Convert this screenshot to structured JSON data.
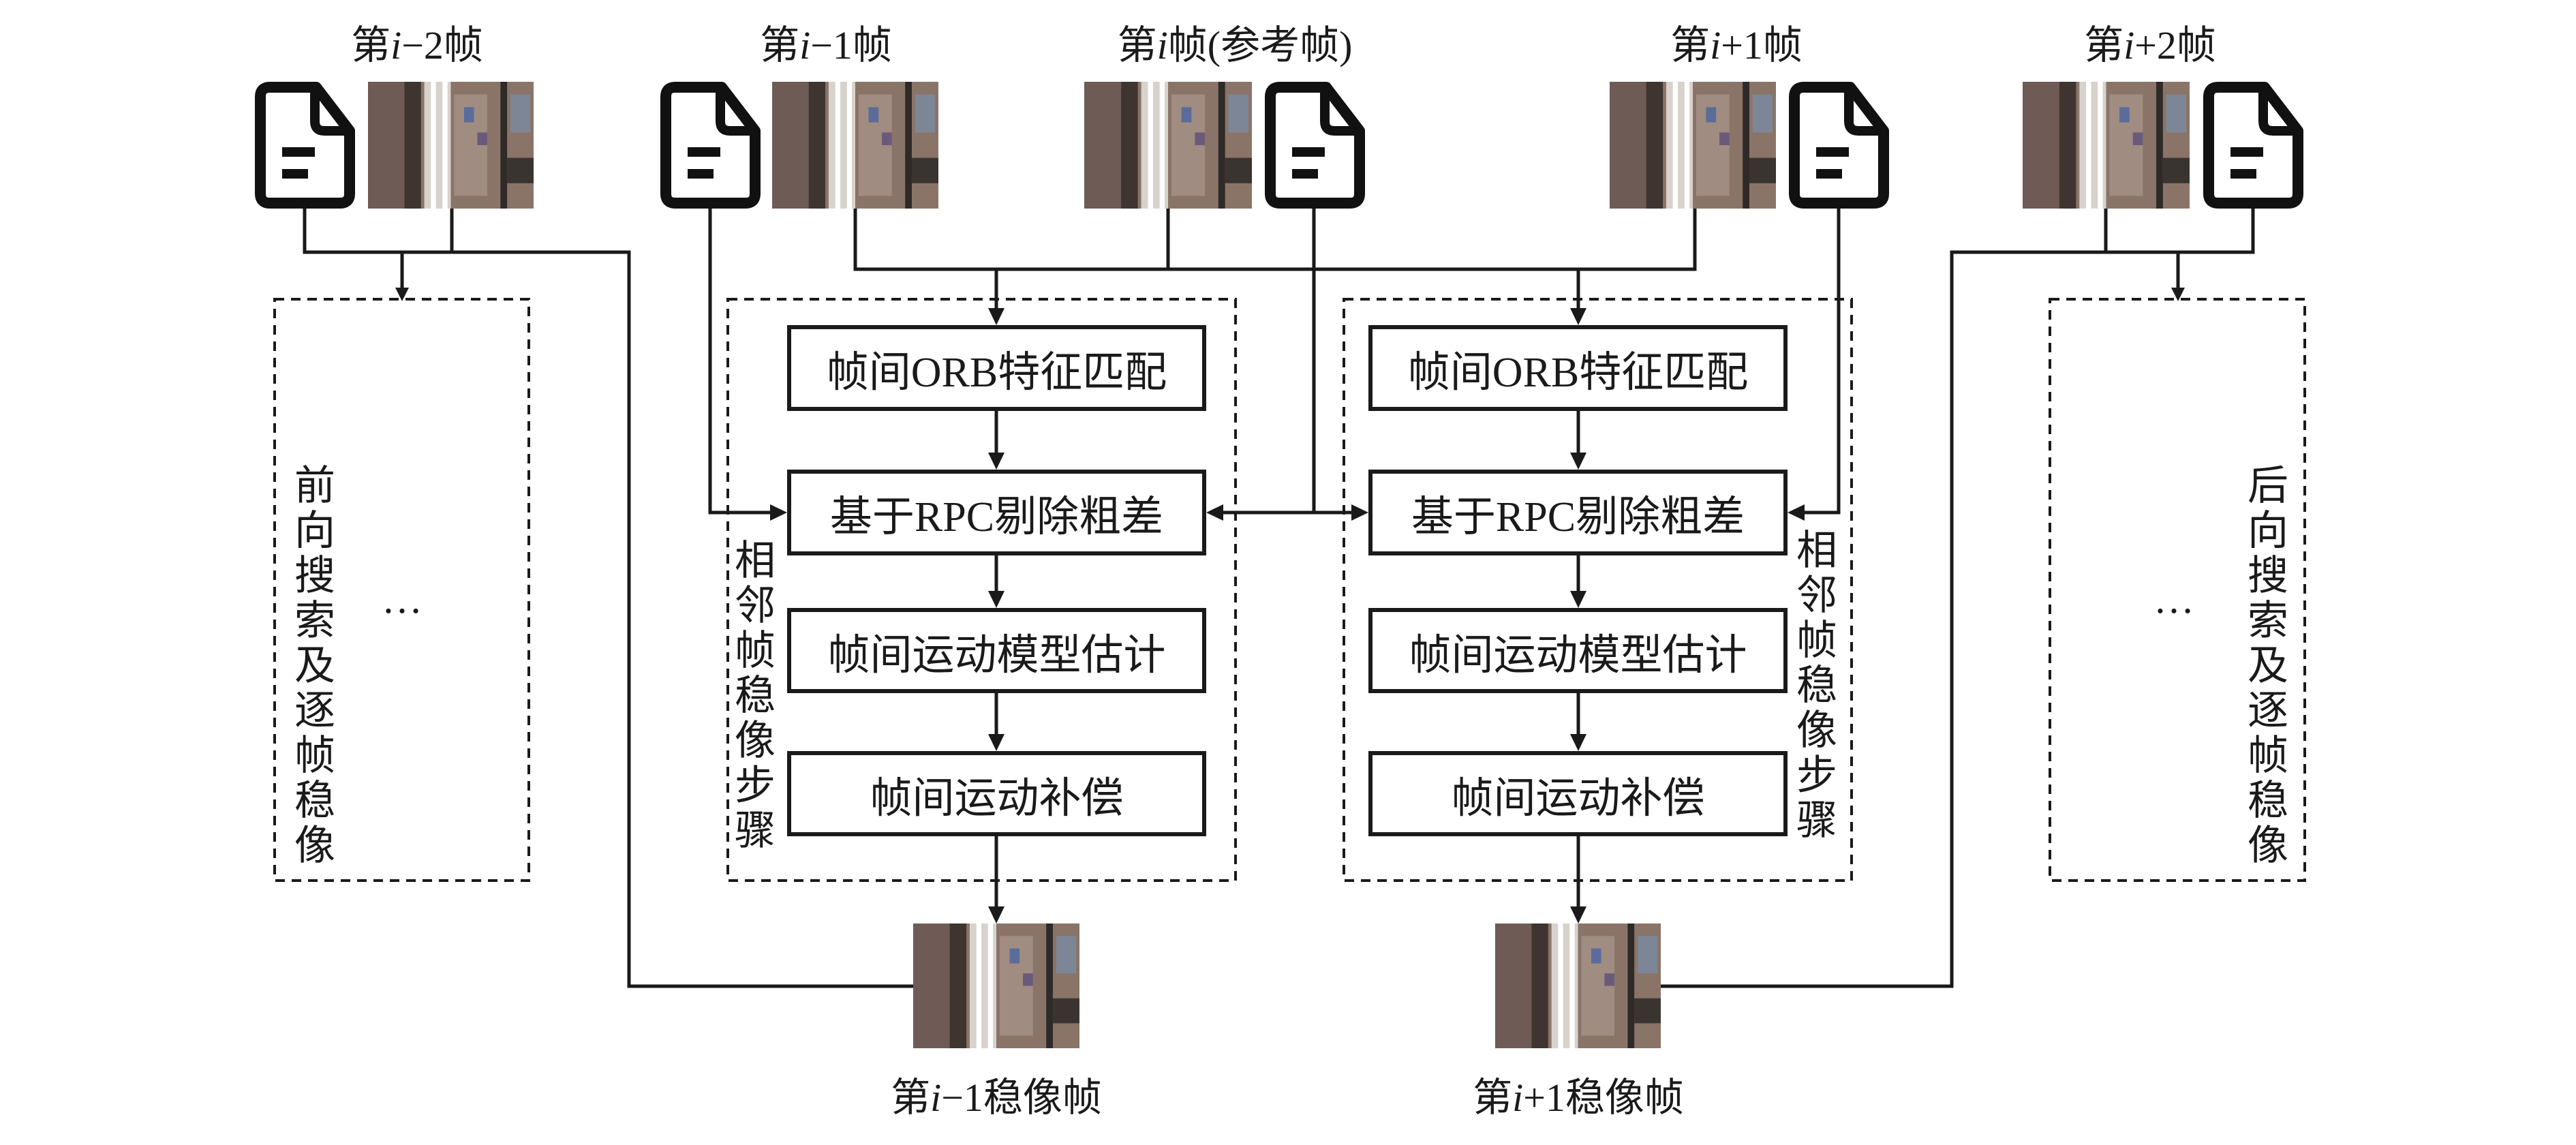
{
  "diagram": {
    "input_frames": [
      {
        "label_pre": "第",
        "label_var": "i",
        "label_post": "−2帧"
      },
      {
        "label_pre": "第",
        "label_var": "i",
        "label_post": "−1帧"
      },
      {
        "label_pre": "第",
        "label_var": "i",
        "label_post": "帧(参考帧)"
      },
      {
        "label_pre": "第",
        "label_var": "i",
        "label_post": "+1帧"
      },
      {
        "label_pre": "第",
        "label_var": "i",
        "label_post": "+2帧"
      }
    ],
    "left_pipeline": {
      "side_label": "相邻帧稳像步骤",
      "steps": [
        "帧间ORB特征匹配",
        "基于RPC剔除粗差",
        "帧间运动模型估计",
        "帧间运动补偿"
      ]
    },
    "right_pipeline": {
      "side_label": "相邻帧稳像步骤",
      "steps": [
        "帧间ORB特征匹配",
        "基于RPC剔除粗差",
        "帧间运动模型估计",
        "帧间运动补偿"
      ]
    },
    "forward_search": {
      "label": "前向搜索及逐帧稳像",
      "ellipsis": "…"
    },
    "backward_search": {
      "label": "后向搜索及逐帧稳像",
      "ellipsis": "…"
    },
    "outputs": [
      {
        "label_pre": "第",
        "label_var": "i",
        "label_post": "−1稳像帧"
      },
      {
        "label_pre": "第",
        "label_var": "i",
        "label_post": "+1稳像帧"
      }
    ],
    "icons": {
      "document": "document-icon",
      "satellite_image": "satellite-image-icon"
    },
    "colors": {
      "line": "#1a1a1a",
      "background": "#ffffff"
    }
  }
}
